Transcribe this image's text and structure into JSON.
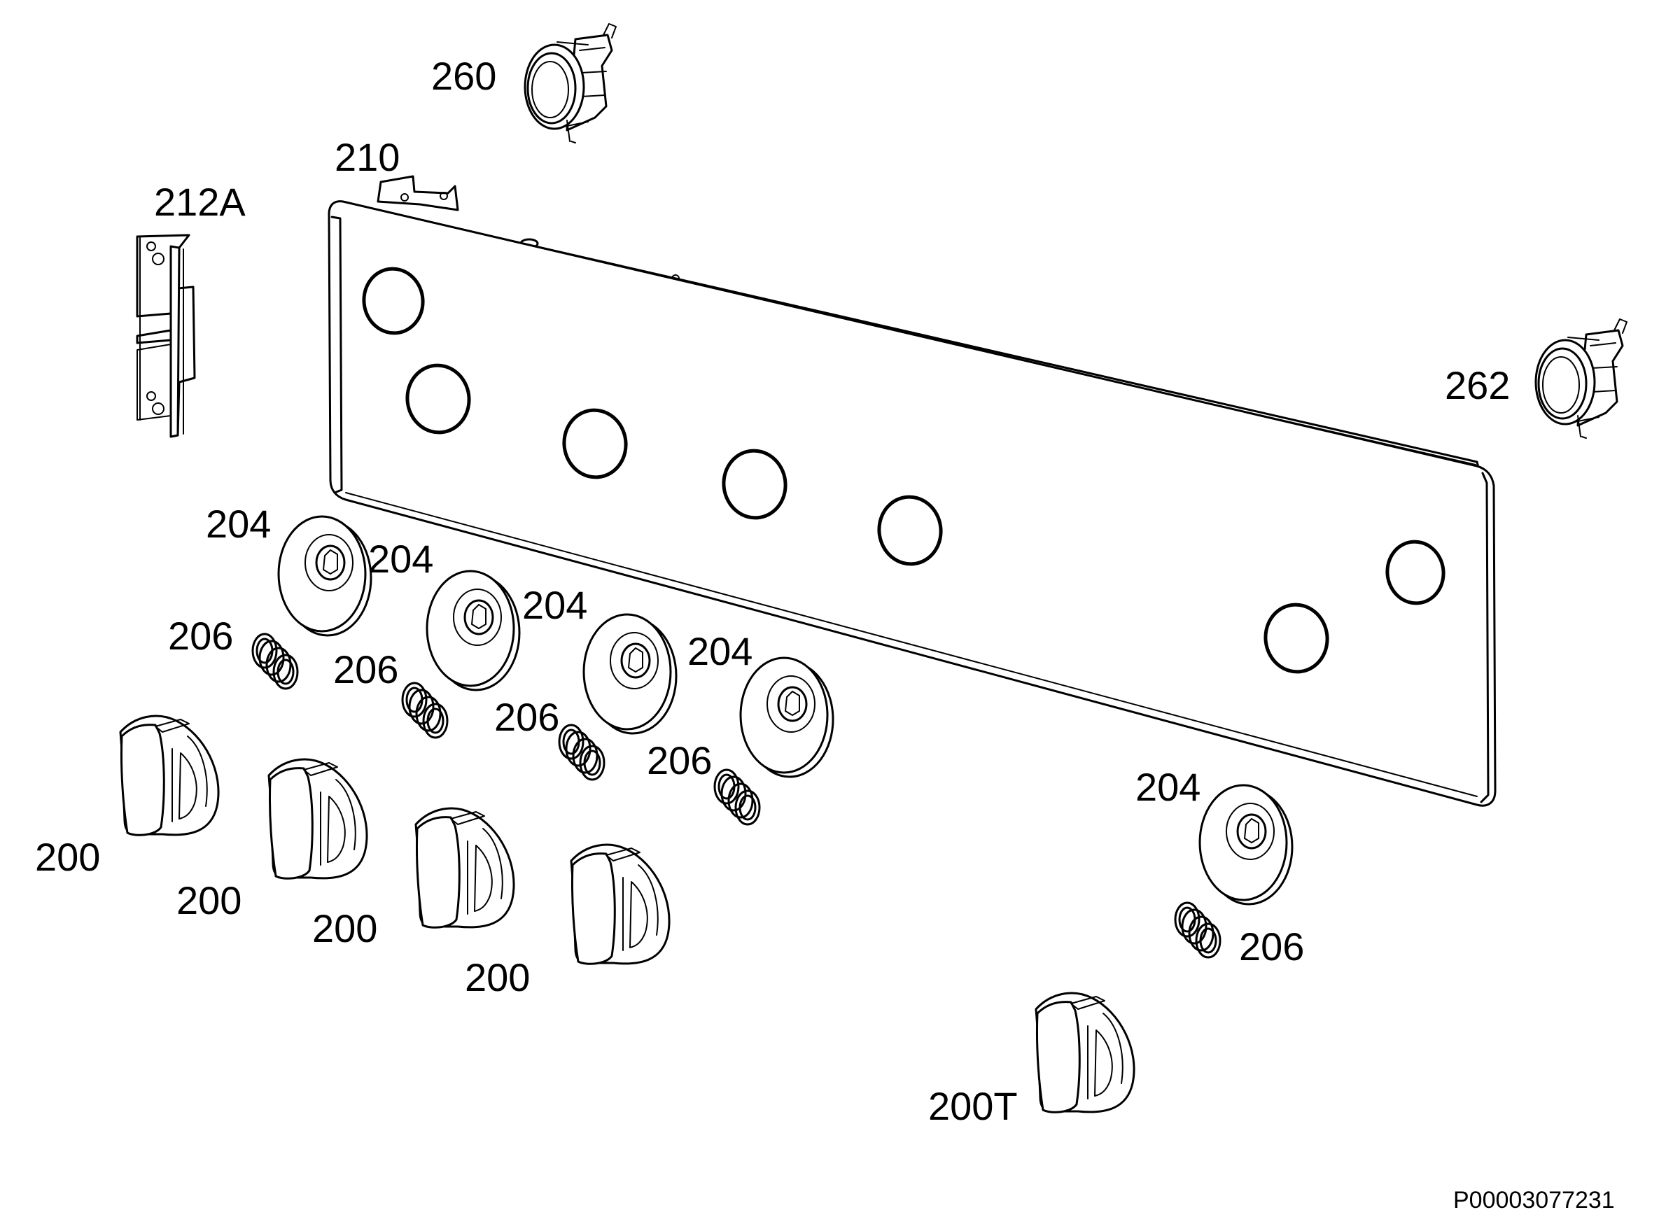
{
  "document_id": "P00003077231",
  "parts": [
    {
      "id": "p260",
      "label": "260",
      "kind": "lamp"
    },
    {
      "id": "p262",
      "label": "262",
      "kind": "lamp"
    },
    {
      "id": "p210",
      "label": "210",
      "kind": "control-panel"
    },
    {
      "id": "p212A",
      "label": "212A",
      "kind": "bracket"
    },
    {
      "id": "p204a",
      "label": "204",
      "kind": "bezel"
    },
    {
      "id": "p204b",
      "label": "204",
      "kind": "bezel"
    },
    {
      "id": "p204c",
      "label": "204",
      "kind": "bezel"
    },
    {
      "id": "p204d",
      "label": "204",
      "kind": "bezel"
    },
    {
      "id": "p204e",
      "label": "204",
      "kind": "bezel"
    },
    {
      "id": "p206a",
      "label": "206",
      "kind": "spring"
    },
    {
      "id": "p206b",
      "label": "206",
      "kind": "spring"
    },
    {
      "id": "p206c",
      "label": "206",
      "kind": "spring"
    },
    {
      "id": "p206d",
      "label": "206",
      "kind": "spring"
    },
    {
      "id": "p206e",
      "label": "206",
      "kind": "spring"
    },
    {
      "id": "p200a",
      "label": "200",
      "kind": "knob"
    },
    {
      "id": "p200b",
      "label": "200",
      "kind": "knob"
    },
    {
      "id": "p200c",
      "label": "200",
      "kind": "knob"
    },
    {
      "id": "p200d",
      "label": "200",
      "kind": "knob"
    },
    {
      "id": "p200T",
      "label": "200T",
      "kind": "knob"
    }
  ]
}
